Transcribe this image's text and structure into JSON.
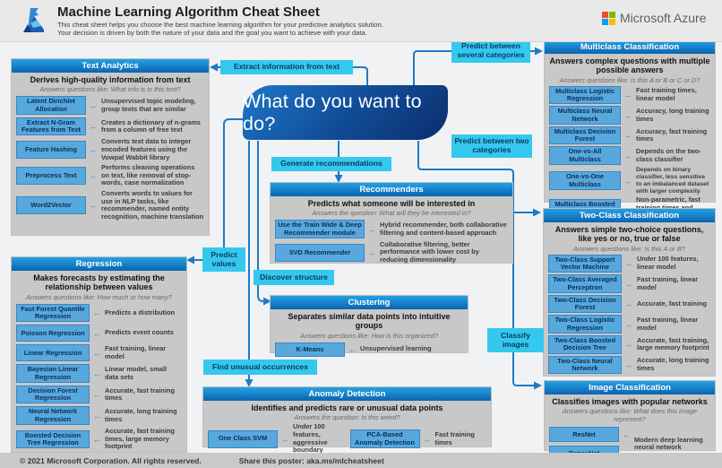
{
  "header": {
    "title": "Machine Learning Algorithm Cheat Sheet",
    "subtitle1": "This cheat sheet helps you choose the best machine learning algorithm for your predictive analytics solution.",
    "subtitle2": "Your decision is driven by both the nature of your data and the goal you want to achieve with your data.",
    "brand": "Microsoft Azure"
  },
  "center": {
    "question": "What do you want to do?"
  },
  "labels": {
    "extract_text": "Extract information from text",
    "predict_several": "Predict between several categories",
    "predict_two": "Predict between two categories",
    "generate_recommendations": "Generate recommendations",
    "predict_values": "Predict values",
    "discover_structure": "Discover structure",
    "find_unusual": "Find unusual occurrences",
    "classify_images": "Classify images"
  },
  "sections": {
    "text_analytics": {
      "title": "Text Analytics",
      "heading": "Derives high-quality information from text",
      "subtitle": "Answers questions like: What info is in this text?",
      "items": [
        {
          "label": "Latent Dirichlet Allocation",
          "desc": "Unsupervised topic modeling, group texts that are similar"
        },
        {
          "label": "Extract N-Gram Features from Text",
          "desc": "Creates a dictionary of n-grams from a column of free text"
        },
        {
          "label": "Feature Hashing",
          "desc": "Converts text data to integer encoded features using the Vowpal Wabbit library"
        },
        {
          "label": "Preprocess Text",
          "desc": "Performs cleaning operations on text, like removal of stop-words, case normalization"
        },
        {
          "label": "Word2Vector",
          "desc": "Converts words to values for use in NLP tasks, like recommender, named entity recognition, machine translation"
        }
      ]
    },
    "regression": {
      "title": "Regression",
      "heading": "Makes forecasts by estimating the relationship between values",
      "subtitle": "Answers questions like: How much or how many?",
      "items": [
        {
          "label": "Fast Forest Quantile Regression",
          "desc": "Predicts a distribution"
        },
        {
          "label": "Poisson Regression",
          "desc": "Predicts event counts"
        },
        {
          "label": "Linear Regression",
          "desc": "Fast training, linear model"
        },
        {
          "label": "Bayesian Linear Regression",
          "desc": "Linear model, small data sets"
        },
        {
          "label": "Decision Forest Regression",
          "desc": "Accurate, fast training times"
        },
        {
          "label": "Neural Network Regression",
          "desc": "Accurate, long training times"
        },
        {
          "label": "Boosted Decision Tree Regression",
          "desc": "Accurate, fast training times, large memory footprint"
        }
      ]
    },
    "recommenders": {
      "title": "Recommenders",
      "heading": "Predicts what someone will be interested in",
      "subtitle": "Answers the question: What will they be interested in?",
      "items": [
        {
          "label": "Use the Train Wide & Deep Recommender module",
          "desc": "Hybrid recommender, both collaborative filtering and content-based approach"
        },
        {
          "label": "SVD Recommender",
          "desc": "Collaborative filtering, better performance with lower cost by reducing dimensionality"
        }
      ]
    },
    "clustering": {
      "title": "Clustering",
      "heading": "Separates similar data points into intuitive groups",
      "subtitle": "Answers questions like: How is this organized?",
      "items": [
        {
          "label": "K-Means",
          "desc": "Unsupervised learning"
        }
      ]
    },
    "anomaly_detection": {
      "title": "Anomaly Detection",
      "heading": "Identifies and predicts rare or unusual data points",
      "subtitle": "Answers the question: Is this weird?",
      "items": [
        {
          "label": "One Class SVM",
          "desc": "Under 100 features, aggressive boundary"
        },
        {
          "label": "PCA-Based Anomaly Detection",
          "desc": "Fast training times"
        }
      ]
    },
    "multiclass": {
      "title": "Multiclass Classification",
      "heading": "Answers complex questions with multiple possible answers",
      "subtitle": "Answers questions like: Is this A or B or C or D?",
      "items": [
        {
          "label": "Multiclass Logistic Regression",
          "desc": "Fast training times, linear model"
        },
        {
          "label": "Multiclass Neural Network",
          "desc": "Accuracy, long training times"
        },
        {
          "label": "Multiclass Decision Forest",
          "desc": "Accuracy, fast training times"
        },
        {
          "label": "One-vs-All Multiclass",
          "desc": "Depends on the two-class classifier"
        },
        {
          "label": "One-vs-One Multiclass",
          "desc": "Depends on binary classifier, less sensitive to an imbalanced dataset with larger complexity"
        },
        {
          "label": "Multiclass Boosted Decision Tree",
          "desc": "Non-parametric, fast training times and scalable"
        }
      ]
    },
    "two_class": {
      "title": "Two-Class Classification",
      "heading": "Answers simple two-choice questions, like yes or no, true or false",
      "subtitle": "Answers questions like: Is this A or B?",
      "items": [
        {
          "label": "Two-Class Support Vector Machine",
          "desc": "Under 100 features, linear model"
        },
        {
          "label": "Two-Class Averaged Perceptron",
          "desc": "Fast training, linear model"
        },
        {
          "label": "Two-Class Decision Forest",
          "desc": "Accurate, fast training"
        },
        {
          "label": "Two-Class Logistic Regression",
          "desc": "Fast training, linear model"
        },
        {
          "label": "Two-Class Boosted Decision Tree",
          "desc": "Accurate, fast training, large memory footprint"
        },
        {
          "label": "Two-Class Neural Network",
          "desc": "Accurate, long training times"
        }
      ]
    },
    "image_classification": {
      "title": "Image Classification",
      "heading": "Classifies images with popular networks",
      "subtitle": "Answers questions like: What does this image represent?",
      "items": [
        {
          "label": "ResNet"
        },
        {
          "label": "DenseNet"
        }
      ],
      "shared_desc": "Modern deep learning neural network"
    }
  },
  "footer": {
    "copyright": "© 2021 Microsoft Corporation. All rights reserved.",
    "share": "Share this poster: aka.ms/mlcheatsheet"
  },
  "colors": {
    "accent_cyan": "#35c8ef",
    "wire_blue": "#1f7ac4",
    "panel_title_top": "#23a1e5",
    "panel_title_bottom": "#0c64af",
    "panel_bg": "#c8c8c8",
    "chip_bg": "#57a8dd",
    "center_gradient_start": "#1d78c8",
    "center_gradient_end": "#0a2f6d",
    "ms_red": "#f25022",
    "ms_green": "#7fba00",
    "ms_blue": "#00a4ef",
    "ms_yellow": "#ffb900"
  }
}
